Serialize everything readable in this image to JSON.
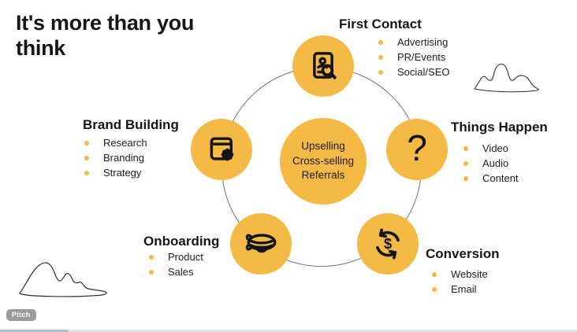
{
  "slide": {
    "title": "It's more than you think",
    "center_circle": {
      "lines": [
        "Upselling",
        "Cross-selling",
        "Referrals"
      ]
    },
    "nodes": [
      {
        "id": "first-contact",
        "label": "First Contact",
        "icon": "contact-search-icon",
        "items": [
          "Advertising",
          "PR/Events",
          "Social/SEO"
        ]
      },
      {
        "id": "things-happen",
        "label": "Things Happen",
        "icon": "question-mark-icon",
        "glyph": "?",
        "items": [
          "Video",
          "Audio",
          "Content"
        ]
      },
      {
        "id": "conversion",
        "label": "Conversion",
        "icon": "dollar-cycle-icon",
        "glyph": "$",
        "items": [
          "Website",
          "Email"
        ]
      },
      {
        "id": "onboarding",
        "label": "Onboarding",
        "icon": "blimp-icon",
        "items": [
          "Product",
          "Sales"
        ]
      },
      {
        "id": "brand-building",
        "label": "Brand Building",
        "icon": "browser-badge-icon",
        "items": [
          "Research",
          "Branding",
          "Strategy"
        ]
      }
    ]
  },
  "watermark": {
    "label": "Pitch"
  },
  "player": {
    "progress_percent": 11.7
  },
  "colors": {
    "accent": "#F5B945",
    "text": "#161616",
    "ring_stroke": "#757575",
    "progress_track": "#E0E4E6",
    "progress_fill": "#A9BECB"
  }
}
